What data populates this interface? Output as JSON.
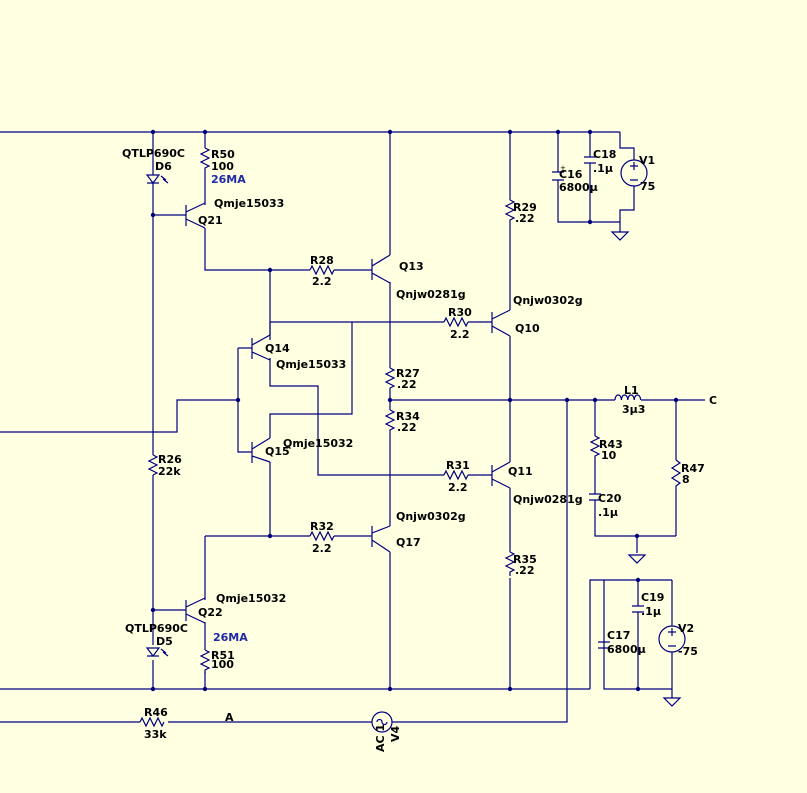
{
  "transistors": {
    "q21": {
      "ref": "Q21",
      "model": "Qmje15033"
    },
    "q13": {
      "ref": "Q13",
      "model": "Qnjw0281g"
    },
    "q10": {
      "ref": "Q10",
      "model": "Qnjw0302g"
    },
    "q14": {
      "ref": "Q14",
      "model": "Qmje15033"
    },
    "q15": {
      "ref": "Q15",
      "model": "Qmje15032"
    },
    "q11": {
      "ref": "Q11",
      "model": "Qnjw0281g"
    },
    "q17": {
      "ref": "Q17",
      "model": "Qnjw0302g"
    },
    "q22": {
      "ref": "Q22",
      "model": "Qmje15032"
    }
  },
  "resistors": {
    "r50": {
      "ref": "R50",
      "value": "100"
    },
    "r28": {
      "ref": "R28",
      "value": "2.2"
    },
    "r29": {
      "ref": "R29",
      "value": ".22"
    },
    "r30": {
      "ref": "R30",
      "value": "2.2"
    },
    "r27": {
      "ref": "R27",
      "value": ".22"
    },
    "r34": {
      "ref": "R34",
      "value": ".22"
    },
    "r26": {
      "ref": "R26",
      "value": "22k"
    },
    "r31": {
      "ref": "R31",
      "value": "2.2"
    },
    "r32": {
      "ref": "R32",
      "value": "2.2"
    },
    "r35": {
      "ref": "R35",
      "value": ".22"
    },
    "r51": {
      "ref": "R51",
      "value": "100"
    },
    "r46": {
      "ref": "R46",
      "value": "33k"
    },
    "r43": {
      "ref": "R43",
      "value": "10"
    },
    "r47": {
      "ref": "R47",
      "value": "8"
    }
  },
  "capacitors": {
    "c16": {
      "ref": "C16",
      "value": "6800µ"
    },
    "c18": {
      "ref": "C18",
      "value": ".1µ"
    },
    "c20": {
      "ref": "C20",
      "value": ".1µ"
    },
    "c17": {
      "ref": "C17",
      "value": "6800µ"
    },
    "c19": {
      "ref": "C19",
      "value": ".1µ"
    }
  },
  "diodes": {
    "d6": {
      "ref": "D6",
      "model": "QTLP690C"
    },
    "d5": {
      "ref": "D5",
      "model": "QTLP690C"
    }
  },
  "inductor": {
    "ref": "L1",
    "value": "3µ3"
  },
  "sources": {
    "v1": {
      "ref": "V1",
      "value": "75"
    },
    "v2": {
      "ref": "V2",
      "value": "-75"
    },
    "v4": {
      "ref": "V4",
      "value": "AC 1"
    }
  },
  "annotations": {
    "top_current": "26MA",
    "bottom_current": "26MA"
  },
  "nets": {
    "output": "C",
    "input": "A"
  }
}
